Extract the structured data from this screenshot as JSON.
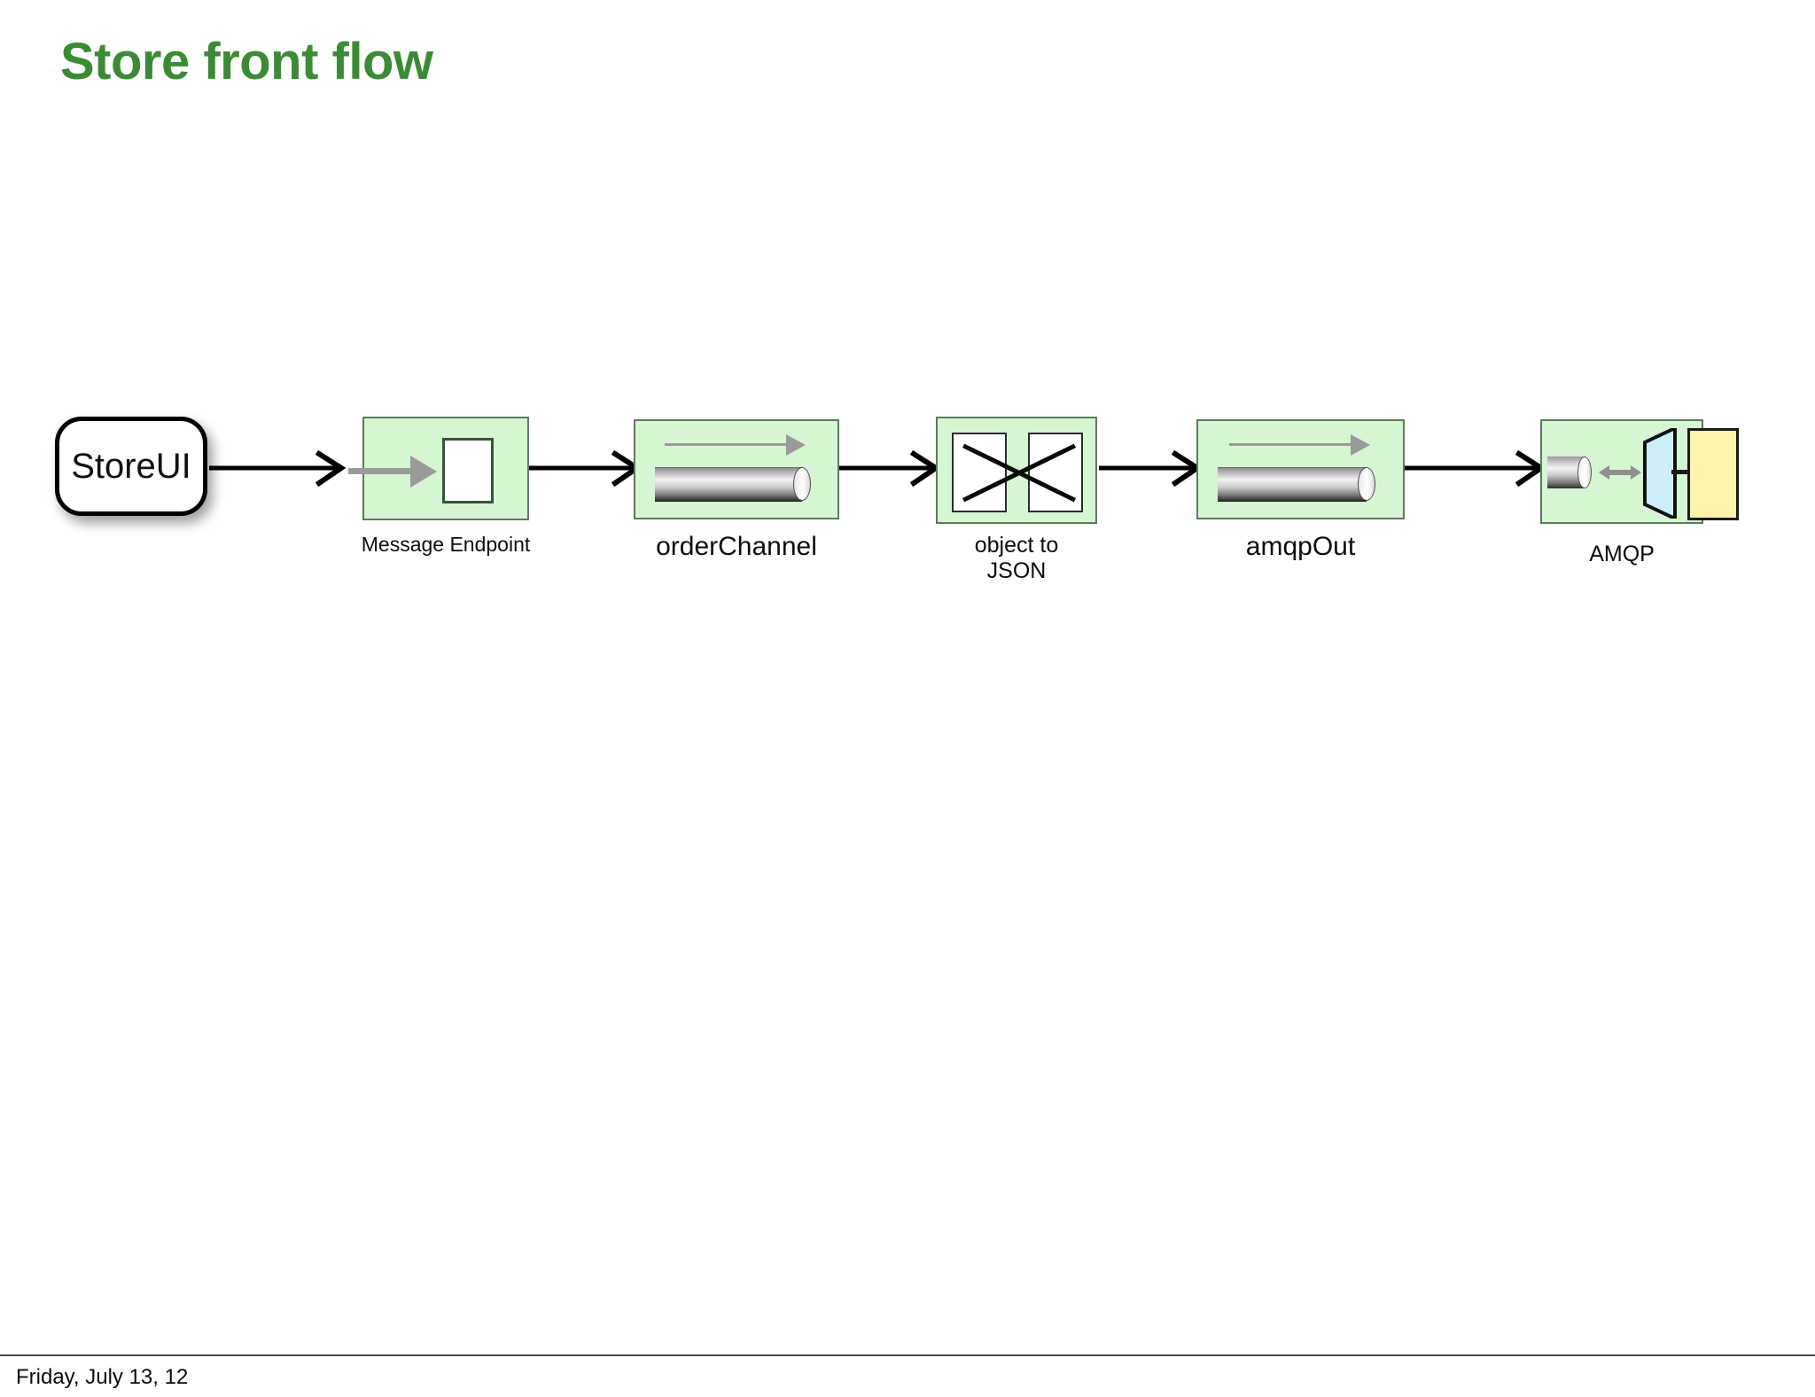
{
  "slide": {
    "title": "Store front flow",
    "title_color": "#3b8b35",
    "background": "#ffffff"
  },
  "footer": {
    "date": "Friday, July 13, 12"
  },
  "diagram": {
    "type": "flow",
    "direction": "left-to-right",
    "node_fill": "#d5f5d3",
    "node_border": "#5d7a5d",
    "connector_color": "#000000",
    "nodes": [
      {
        "id": "storeui",
        "label": "StoreUI",
        "shape": "rounded-rectangle",
        "fill": "#ffffff",
        "border": "#000000",
        "icon": "none"
      },
      {
        "id": "message-endpoint",
        "label": "Message Endpoint",
        "shape": "green-box",
        "icon": "message-endpoint-icon"
      },
      {
        "id": "order-channel",
        "label": "orderChannel",
        "shape": "green-box",
        "icon": "channel-pipe-icon"
      },
      {
        "id": "object-to-json",
        "label_line1": "object to",
        "label_line2": "JSON",
        "shape": "green-box",
        "icon": "transformer-icon"
      },
      {
        "id": "amqp-out",
        "label": "amqpOut",
        "shape": "green-box",
        "icon": "channel-pipe-icon"
      },
      {
        "id": "amqp-adapter",
        "label": "AMQP",
        "shape": "green-box",
        "icon": "amqp-outbound-adapter-icon",
        "queue_color": "#fdf3ab",
        "adapter_color": "#cdeef8"
      }
    ],
    "edges": [
      {
        "from": "storeui",
        "to": "message-endpoint"
      },
      {
        "from": "message-endpoint",
        "to": "order-channel"
      },
      {
        "from": "order-channel",
        "to": "object-to-json"
      },
      {
        "from": "object-to-json",
        "to": "amqp-out"
      },
      {
        "from": "amqp-out",
        "to": "amqp-adapter"
      }
    ]
  }
}
